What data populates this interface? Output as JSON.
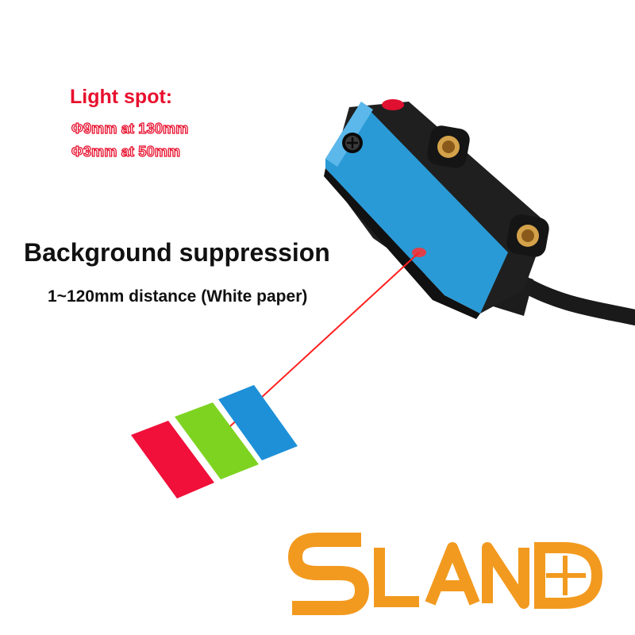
{
  "annotations": {
    "spot_title": "Light spot:",
    "spot_line_1": "Φ9mm at 130mm",
    "spot_line_2": "Φ3mm at 50mm",
    "headline": "Background suppression",
    "distance": "1~120mm distance (White paper)"
  },
  "logo": {
    "text": "SLAND",
    "color": "#f29a1f"
  },
  "colors": {
    "accent_red": "#e8102e",
    "sensor_blue": "#2a9ad6",
    "strip_red": "#f0103a",
    "strip_green": "#7ed321",
    "strip_blue": "#1e90d8",
    "laser": "#ff2020"
  },
  "icons": [
    "screw-icon",
    "mount-hole-icon",
    "indicator-led-icon",
    "crosshair-icon"
  ]
}
